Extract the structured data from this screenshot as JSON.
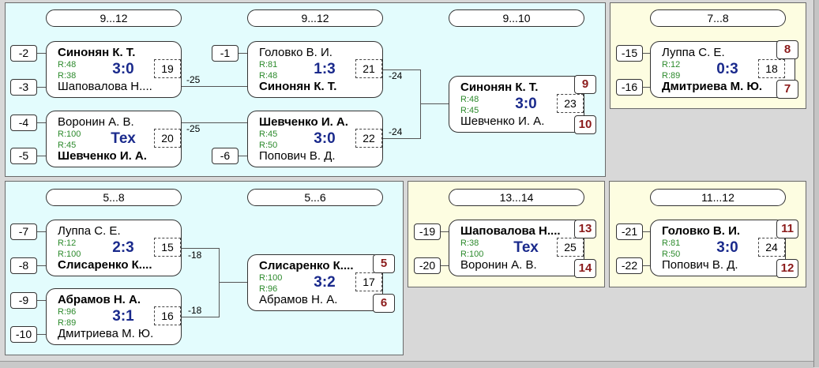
{
  "groups": {
    "g1": {
      "headers": [
        "9...12",
        "9...12",
        "9...10"
      ],
      "seeds": [
        "-2",
        "-3",
        "-4",
        "-5",
        "-1",
        "-6"
      ],
      "links": [
        "-25",
        "-25",
        "-24",
        "-24"
      ],
      "m19": {
        "p1": "Синонян К. Т.",
        "p2": "Шаповалова Н....",
        "r1": "R:48",
        "r2": "R:38",
        "score": "3:0",
        "num": "19"
      },
      "m20": {
        "p1": "Воронин А. В.",
        "p2": "Шевченко И. А.",
        "r1": "R:100",
        "r2": "R:45",
        "score": "Тех",
        "num": "20"
      },
      "m21": {
        "p1": "Головко В. И.",
        "p2": "Синонян К. Т.",
        "r1": "R:81",
        "r2": "R:48",
        "score": "1:3",
        "num": "21"
      },
      "m22": {
        "p1": "Шевченко И. А.",
        "p2": "Попович В. Д.",
        "r1": "R:45",
        "r2": "R:50",
        "score": "3:0",
        "num": "22"
      },
      "m23": {
        "p1": "Синонян К. Т.",
        "p2": "Шевченко И. А.",
        "r1": "R:48",
        "r2": "R:45",
        "score": "3:0",
        "num": "23",
        "place1": "9",
        "place2": "10"
      }
    },
    "g2": {
      "header": "7...8",
      "seeds": [
        "-15",
        "-16"
      ],
      "m18": {
        "p1": "Луппа С. Е.",
        "p2": "Дмитриева М. Ю.",
        "r1": "R:12",
        "r2": "R:89",
        "score": "0:3",
        "num": "18",
        "place1": "8",
        "place2": "7"
      }
    },
    "g3": {
      "headers": [
        "5...8",
        "5...6"
      ],
      "seeds": [
        "-7",
        "-8",
        "-9",
        "-10"
      ],
      "links": [
        "-18",
        "-18"
      ],
      "m15": {
        "p1": "Луппа С. Е.",
        "p2": "Слисаренко К....",
        "r1": "R:12",
        "r2": "R:100",
        "score": "2:3",
        "num": "15"
      },
      "m16": {
        "p1": "Абрамов Н. А.",
        "p2": "Дмитриева М. Ю.",
        "r1": "R:96",
        "r2": "R:89",
        "score": "3:1",
        "num": "16"
      },
      "m17": {
        "p1": "Слисаренко К....",
        "p2": "Абрамов Н. А.",
        "r1": "R:100",
        "r2": "R:96",
        "score": "3:2",
        "num": "17",
        "place1": "5",
        "place2": "6"
      }
    },
    "g4": {
      "header": "13...14",
      "seeds": [
        "-19",
        "-20"
      ],
      "m25": {
        "p1": "Шаповалова Н....",
        "p2": "Воронин А. В.",
        "r1": "R:38",
        "r2": "R:100",
        "score": "Тех",
        "num": "25",
        "place1": "13",
        "place2": "14"
      }
    },
    "g5": {
      "header": "11...12",
      "seeds": [
        "-21",
        "-22"
      ],
      "m24": {
        "p1": "Головко В. И.",
        "p2": "Попович В. Д.",
        "r1": "R:81",
        "r2": "R:50",
        "score": "3:0",
        "num": "24",
        "place1": "11",
        "place2": "12"
      }
    }
  }
}
